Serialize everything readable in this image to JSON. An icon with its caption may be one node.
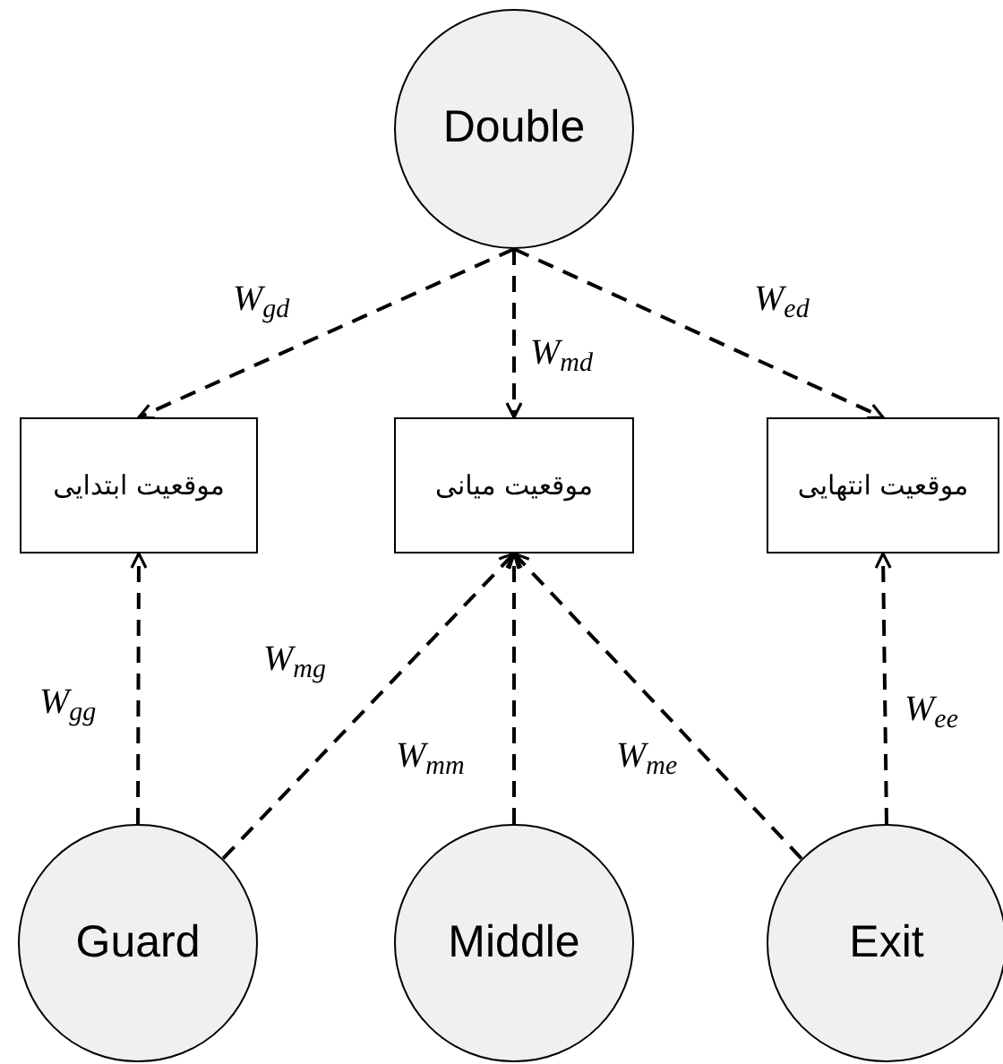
{
  "diagram": {
    "nodes": [
      {
        "text": [
          "Double"
        ]
      },
      {
        "text": [
          "موقعیت ابتدایی"
        ]
      },
      {
        "text": [
          "موقعیت میانی"
        ]
      },
      {
        "text": [
          "موقعیت انتهایی"
        ]
      },
      {
        "text": [
          "Guard"
        ]
      },
      {
        "text": [
          "Middle"
        ]
      },
      {
        "text": [
          "Exit"
        ]
      }
    ],
    "edges": [
      {
        "from": 0,
        "to": 1,
        "arrow": "to",
        "style": "dashed",
        "label": "W$_{gd}$"
      },
      {
        "from": 0,
        "to": 2,
        "arrow": "to",
        "style": "dashed",
        "label": "W$_{md}$"
      },
      {
        "from": 0,
        "to": 3,
        "arrow": "to",
        "style": "dashed",
        "label": "W$_{ed}$"
      },
      {
        "from": 4,
        "to": 1,
        "arrow": "to",
        "style": "dashed",
        "label": "W$_{gg}$"
      },
      {
        "from": 4,
        "to": 2,
        "arrow": "to",
        "style": "dashed",
        "label": "W$_{mg}$"
      },
      {
        "from": 5,
        "to": 2,
        "arrow": "to",
        "style": "dashed",
        "label": "W$_{mm}$"
      },
      {
        "from": 6,
        "to": 2,
        "arrow": "to",
        "style": "dashed",
        "label": "W$_{me}$"
      },
      {
        "from": 6,
        "to": 3,
        "arrow": "to",
        "style": "dashed",
        "label": "W$_{ee}$"
      }
    ]
  }
}
